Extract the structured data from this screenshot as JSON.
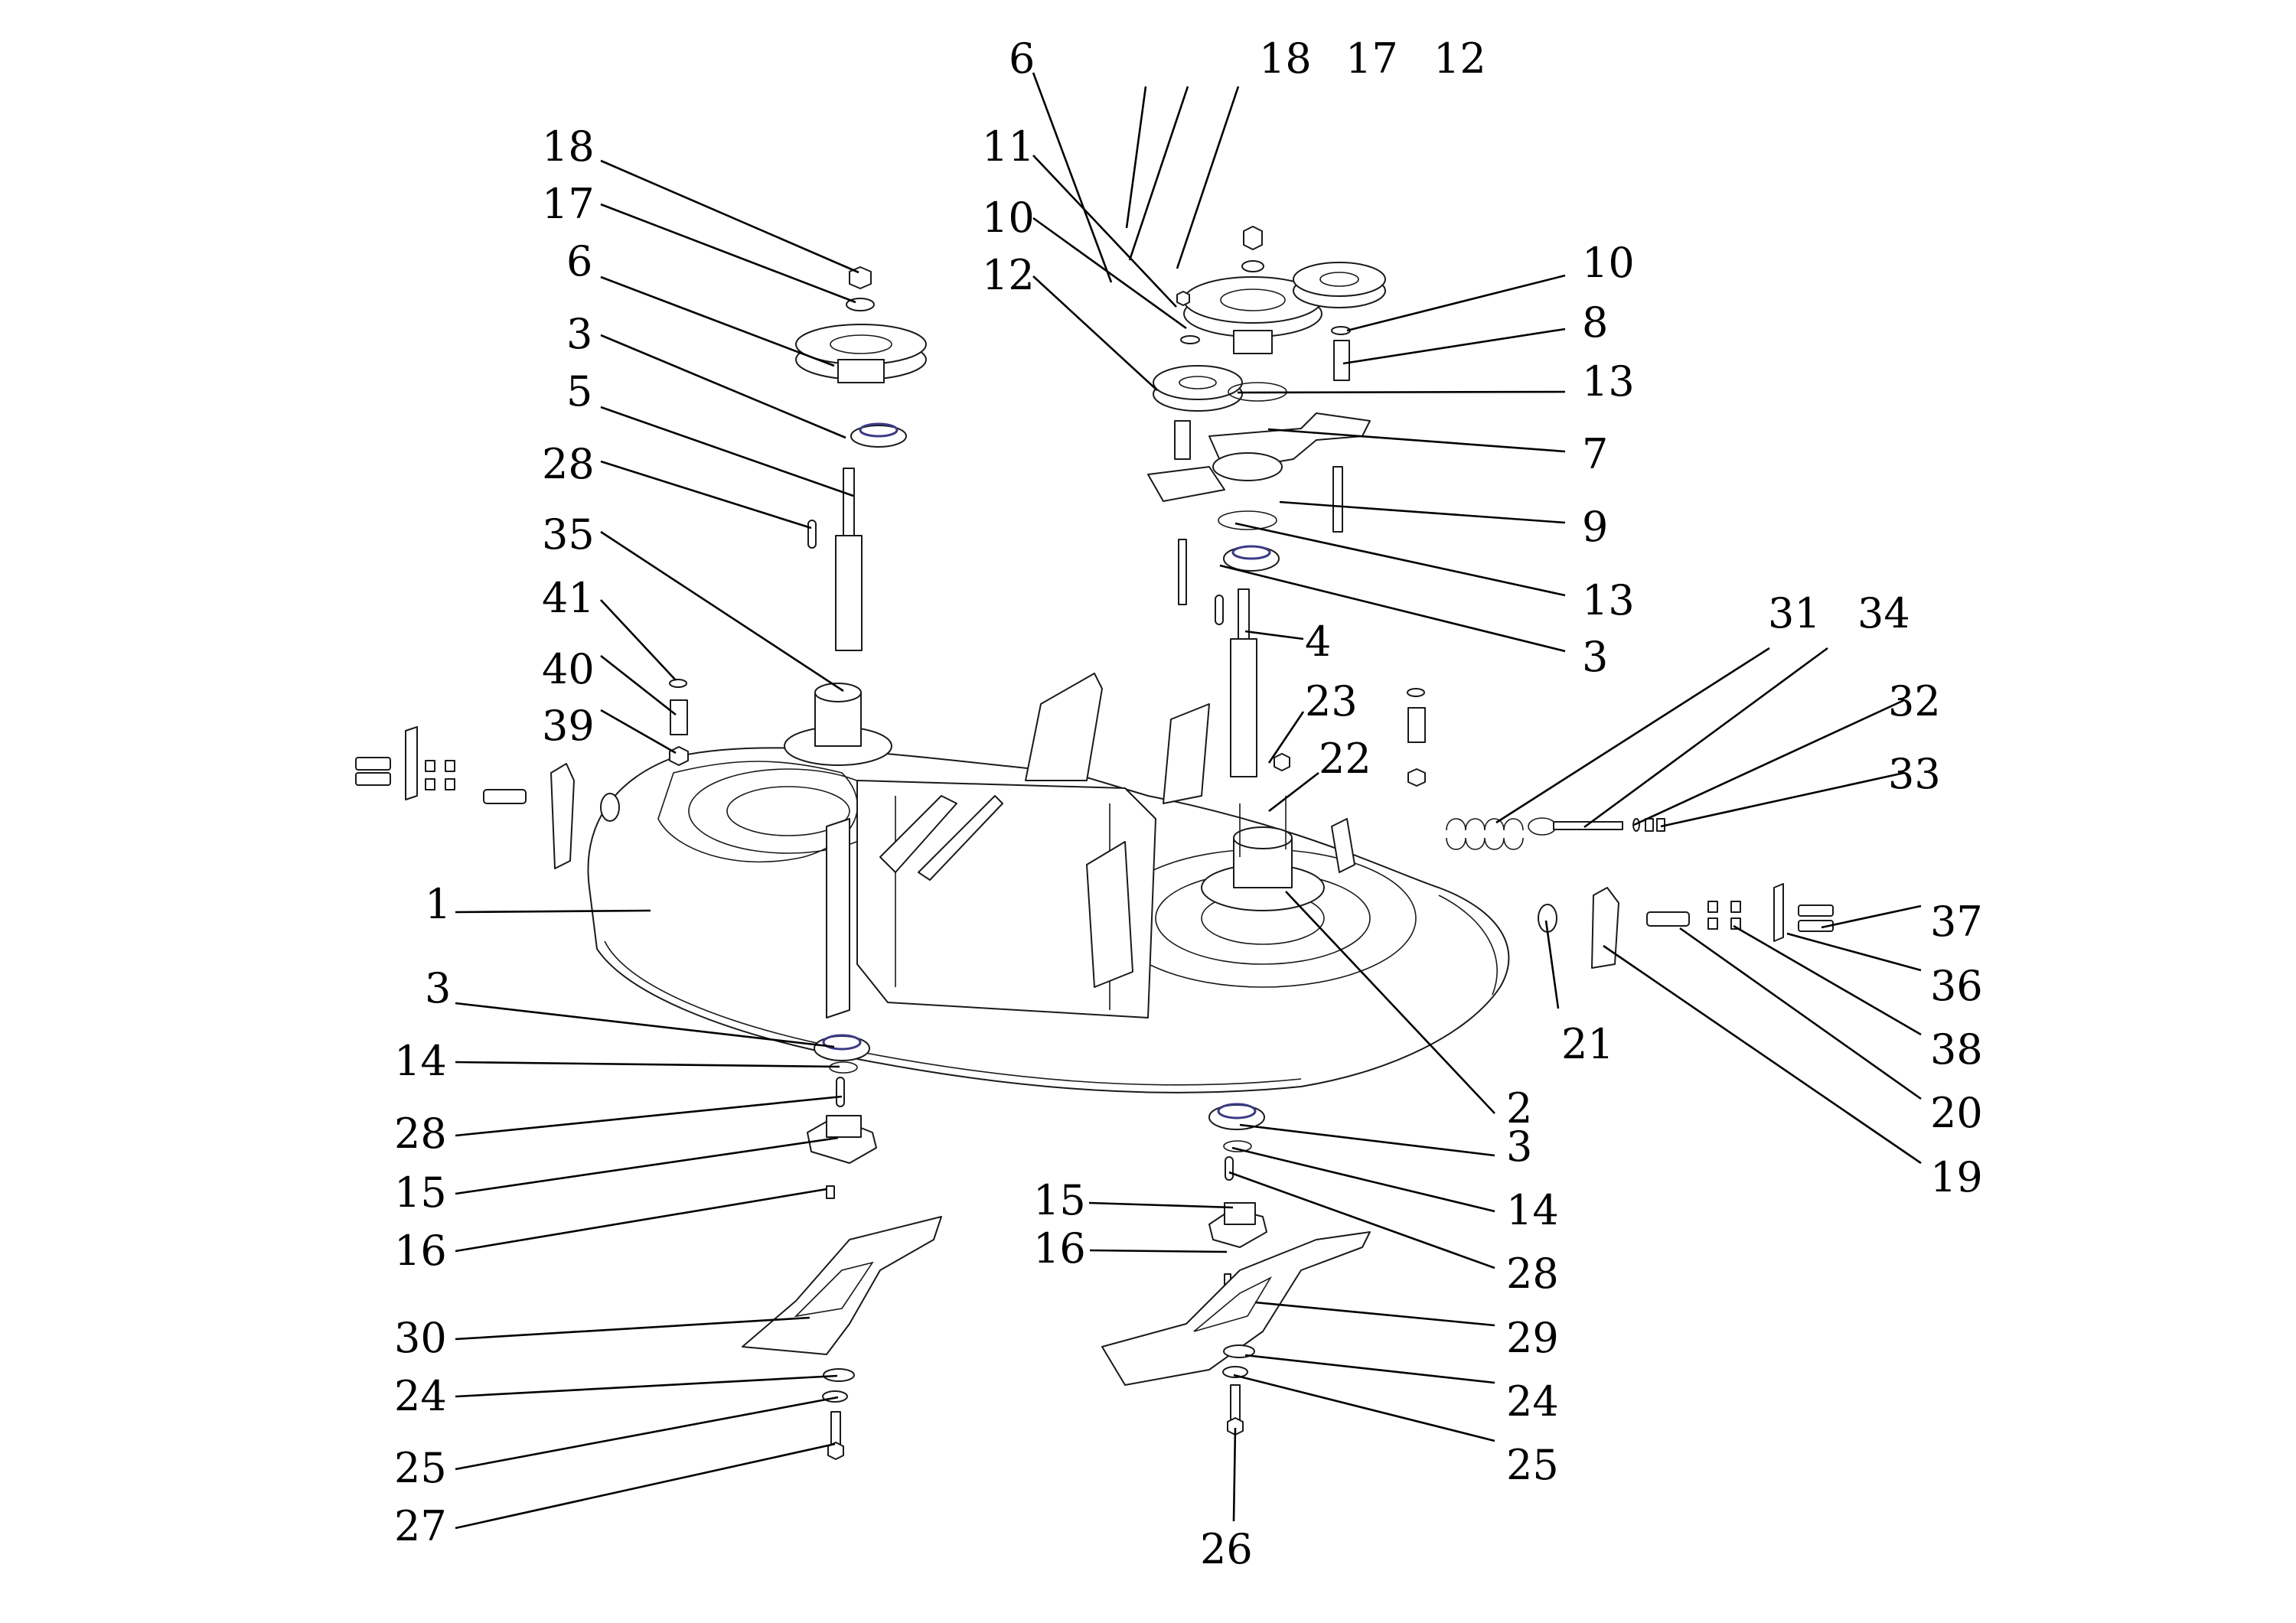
{
  "diagram": {
    "title": "Mower deck exploded parts view",
    "accent_colors": {
      "line": "#1a1a1a",
      "bearing_seal": "#3b3a86",
      "background": "#ffffff"
    },
    "callouts": [
      {
        "id": "c-18a",
        "label": "18",
        "part": "nut"
      },
      {
        "id": "c-17a",
        "label": "17",
        "part": "washer"
      },
      {
        "id": "c-6a",
        "label": "6",
        "part": "pulley"
      },
      {
        "id": "c-3a",
        "label": "3",
        "part": "bearing"
      },
      {
        "id": "c-5",
        "label": "5",
        "part": "spindle-shaft"
      },
      {
        "id": "c-28a",
        "label": "28",
        "part": "key"
      },
      {
        "id": "c-35",
        "label": "35",
        "part": "spindle-housing"
      },
      {
        "id": "c-41",
        "label": "41",
        "part": "o-ring"
      },
      {
        "id": "c-40",
        "label": "40",
        "part": "washout-nozzle"
      },
      {
        "id": "c-39",
        "label": "39",
        "part": "nut"
      },
      {
        "id": "c-1",
        "label": "1",
        "part": "deck"
      },
      {
        "id": "c-3b",
        "label": "3",
        "part": "bearing"
      },
      {
        "id": "c-14a",
        "label": "14",
        "part": "circlip"
      },
      {
        "id": "c-28b",
        "label": "28",
        "part": "key"
      },
      {
        "id": "c-15a",
        "label": "15",
        "part": "blade-holder"
      },
      {
        "id": "c-16a",
        "label": "16",
        "part": "pin"
      },
      {
        "id": "c-30",
        "label": "30",
        "part": "blade-left"
      },
      {
        "id": "c-24a",
        "label": "24",
        "part": "washer"
      },
      {
        "id": "c-25a",
        "label": "25",
        "part": "lock-washer"
      },
      {
        "id": "c-27",
        "label": "27",
        "part": "bolt"
      },
      {
        "id": "c-6b",
        "label": "6",
        "part": "pulley"
      },
      {
        "id": "c-18b",
        "label": "18",
        "part": "nut"
      },
      {
        "id": "c-17b",
        "label": "17",
        "part": "washer"
      },
      {
        "id": "c-12a",
        "label": "12",
        "part": "idler-pulley"
      },
      {
        "id": "c-11",
        "label": "11",
        "part": "nut"
      },
      {
        "id": "c-10a",
        "label": "10",
        "part": "washer"
      },
      {
        "id": "c-12b",
        "label": "12",
        "part": "idler-pulley"
      },
      {
        "id": "c-10b",
        "label": "10",
        "part": "washer"
      },
      {
        "id": "c-8",
        "label": "8",
        "part": "spacer"
      },
      {
        "id": "c-13a",
        "label": "13",
        "part": "circlip"
      },
      {
        "id": "c-7",
        "label": "7",
        "part": "idler-arm"
      },
      {
        "id": "c-9",
        "label": "9",
        "part": "bolt"
      },
      {
        "id": "c-13b",
        "label": "13",
        "part": "circlip"
      },
      {
        "id": "c-3c",
        "label": "3",
        "part": "bearing"
      },
      {
        "id": "c-4",
        "label": "4",
        "part": "spindle-shaft"
      },
      {
        "id": "c-23",
        "label": "23",
        "part": "nut"
      },
      {
        "id": "c-22",
        "label": "22",
        "part": "stud"
      },
      {
        "id": "c-31",
        "label": "31",
        "part": "spring"
      },
      {
        "id": "c-34",
        "label": "34",
        "part": "eye-bolt"
      },
      {
        "id": "c-32",
        "label": "32",
        "part": "washer"
      },
      {
        "id": "c-33",
        "label": "33",
        "part": "nut"
      },
      {
        "id": "c-37",
        "label": "37",
        "part": "bolt"
      },
      {
        "id": "c-36",
        "label": "36",
        "part": "bracket"
      },
      {
        "id": "c-38",
        "label": "38",
        "part": "nut"
      },
      {
        "id": "c-20",
        "label": "20",
        "part": "pivot-pin"
      },
      {
        "id": "c-19",
        "label": "19",
        "part": "plate"
      },
      {
        "id": "c-21",
        "label": "21",
        "part": "bushing"
      },
      {
        "id": "c-2",
        "label": "2",
        "part": "spindle-housing"
      },
      {
        "id": "c-3d",
        "label": "3",
        "part": "bearing"
      },
      {
        "id": "c-14b",
        "label": "14",
        "part": "circlip"
      },
      {
        "id": "c-28c",
        "label": "28",
        "part": "key"
      },
      {
        "id": "c-29",
        "label": "29",
        "part": "blade-right"
      },
      {
        "id": "c-24b",
        "label": "24",
        "part": "washer"
      },
      {
        "id": "c-25b",
        "label": "25",
        "part": "lock-washer"
      },
      {
        "id": "c-15b",
        "label": "15",
        "part": "blade-holder"
      },
      {
        "id": "c-16b",
        "label": "16",
        "part": "pin"
      },
      {
        "id": "c-26",
        "label": "26",
        "part": "bolt"
      }
    ]
  }
}
